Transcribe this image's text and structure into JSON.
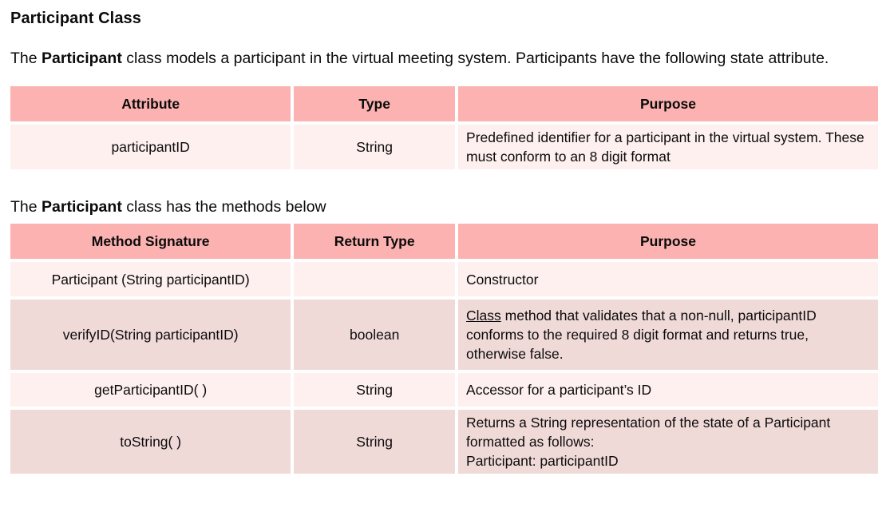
{
  "colors": {
    "table_header": "#fbb2b0",
    "row_light": "#fdf0ee",
    "row_dark": "#f0dad8"
  },
  "document": {
    "heading": "Participant Class",
    "intro": {
      "pre": "The ",
      "bold": "Participant",
      "post": " class models a participant in the virtual meeting system. Participants have the following state attribute."
    },
    "attribute_table": {
      "headers": {
        "attribute": "Attribute",
        "type": "Type",
        "purpose": "Purpose"
      },
      "row": {
        "attribute": "participantID",
        "type": "String",
        "purpose": "Predefined identifier for a participant in the virtual system. These must conform to an 8 digit format"
      }
    },
    "methods_lead": {
      "pre": "The ",
      "bold": "Participant",
      "post": " class has the methods below"
    },
    "method_table": {
      "headers": {
        "signature": "Method Signature",
        "return_type": "Return Type",
        "purpose": "Purpose"
      },
      "rows": [
        {
          "signature": "Participant (String participantID)",
          "return_type": "",
          "purpose": "Constructor"
        },
        {
          "signature": "verifyID(String participantID)",
          "return_type": "boolean",
          "purpose_underlined": "Class",
          "purpose_rest": " method that validates that a non-null, participantID conforms to the required 8 digit format and returns true, otherwise false."
        },
        {
          "signature": "getParticipantID( )",
          "return_type": "String",
          "purpose": "Accessor for a participant’s ID"
        },
        {
          "signature": "toString( )",
          "return_type": "String",
          "purpose_line1": "Returns a String representation of the state of a Participant formatted as follows:",
          "purpose_line2": "Participant: participantID"
        }
      ]
    }
  }
}
